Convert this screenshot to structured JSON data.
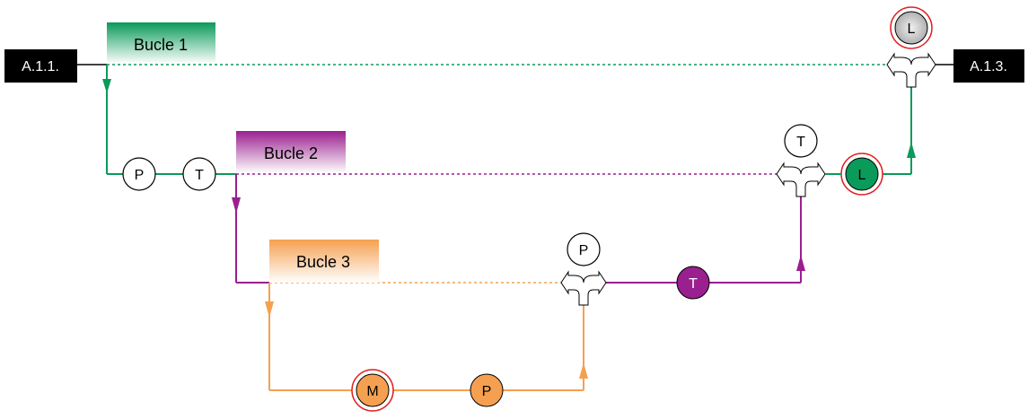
{
  "nodes": {
    "inlet": "A.1.1.",
    "outlet": "A.1.3."
  },
  "loops": {
    "loop1": {
      "label": "Bucle 1",
      "color": "#0a9a5a"
    },
    "loop2": {
      "label": "Bucle 2",
      "color": "#9a1f8f"
    },
    "loop3": {
      "label": "Bucle 3",
      "color": "#f5a050"
    }
  },
  "instruments": {
    "l1_p": "P",
    "l1_t": "T",
    "l2_t_top": "T",
    "l2_l": "L",
    "l3_p_top": "P",
    "l2_t_line": "T",
    "l3_m": "M",
    "l3_p_line": "P",
    "l1_l_top": "L"
  }
}
